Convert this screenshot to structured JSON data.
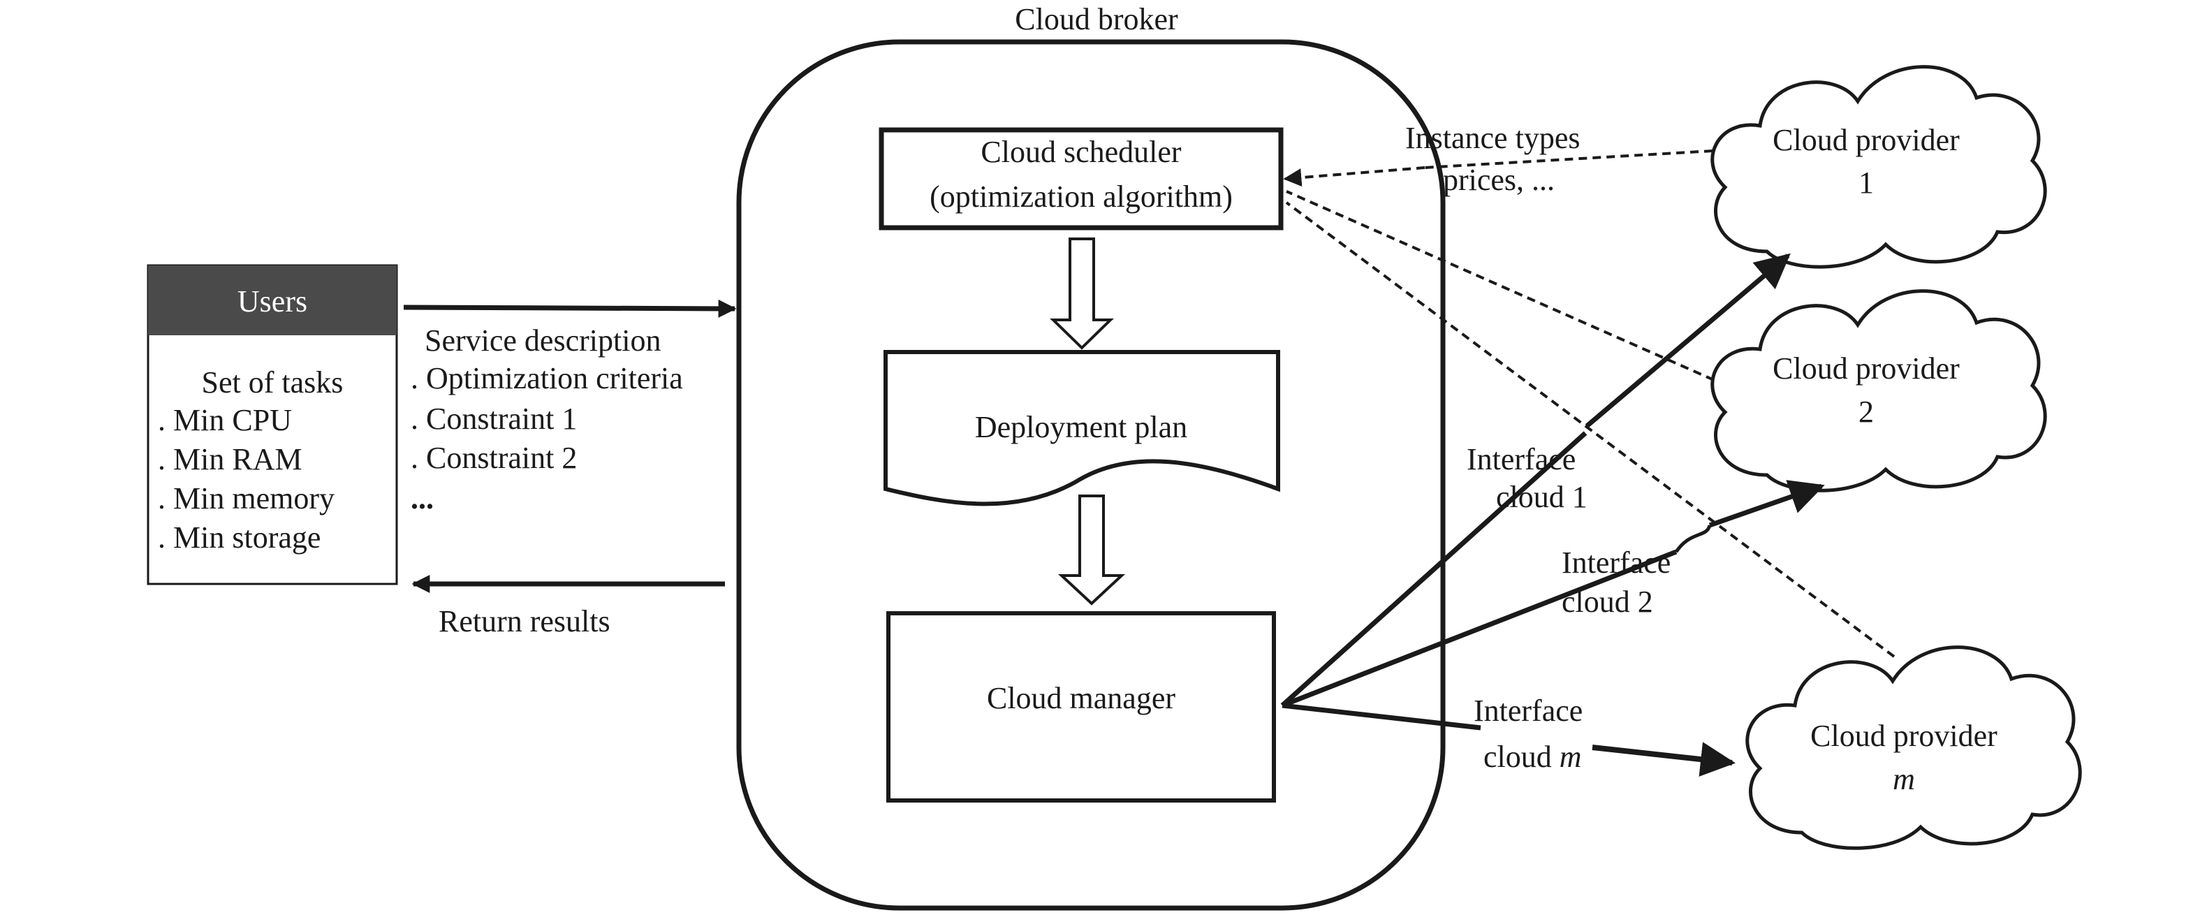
{
  "broker": {
    "title": "Cloud broker",
    "scheduler": {
      "line1": "Cloud scheduler",
      "line2": "(optimization algorithm)"
    },
    "deployment": "Deployment plan",
    "manager": "Cloud manager"
  },
  "users": {
    "title": "Users",
    "header_color": "#4a4a4a",
    "heading": "Set of tasks",
    "items": [
      ". Min CPU",
      ". Min RAM",
      ". Min memory",
      ". Min storage"
    ]
  },
  "request": {
    "title": "Service description",
    "items": [
      ". Optimization criteria",
      ". Constraint 1",
      ". Constraint 2",
      "..."
    ]
  },
  "return_label": "Return results",
  "info": {
    "line1": "Instance types",
    "line2": "prices, ..."
  },
  "providers": [
    {
      "line1": "Cloud provider",
      "line2": "1"
    },
    {
      "line1": "Cloud provider",
      "line2": "2"
    },
    {
      "line1": "Cloud provider",
      "line2": "m"
    }
  ],
  "interfaces": [
    {
      "line1": "Interface",
      "line2": "cloud 1"
    },
    {
      "line1": "Interface",
      "line2": "cloud 2"
    },
    {
      "line1": "Interface",
      "line2_prefix": "cloud ",
      "line2_var": "m"
    }
  ]
}
